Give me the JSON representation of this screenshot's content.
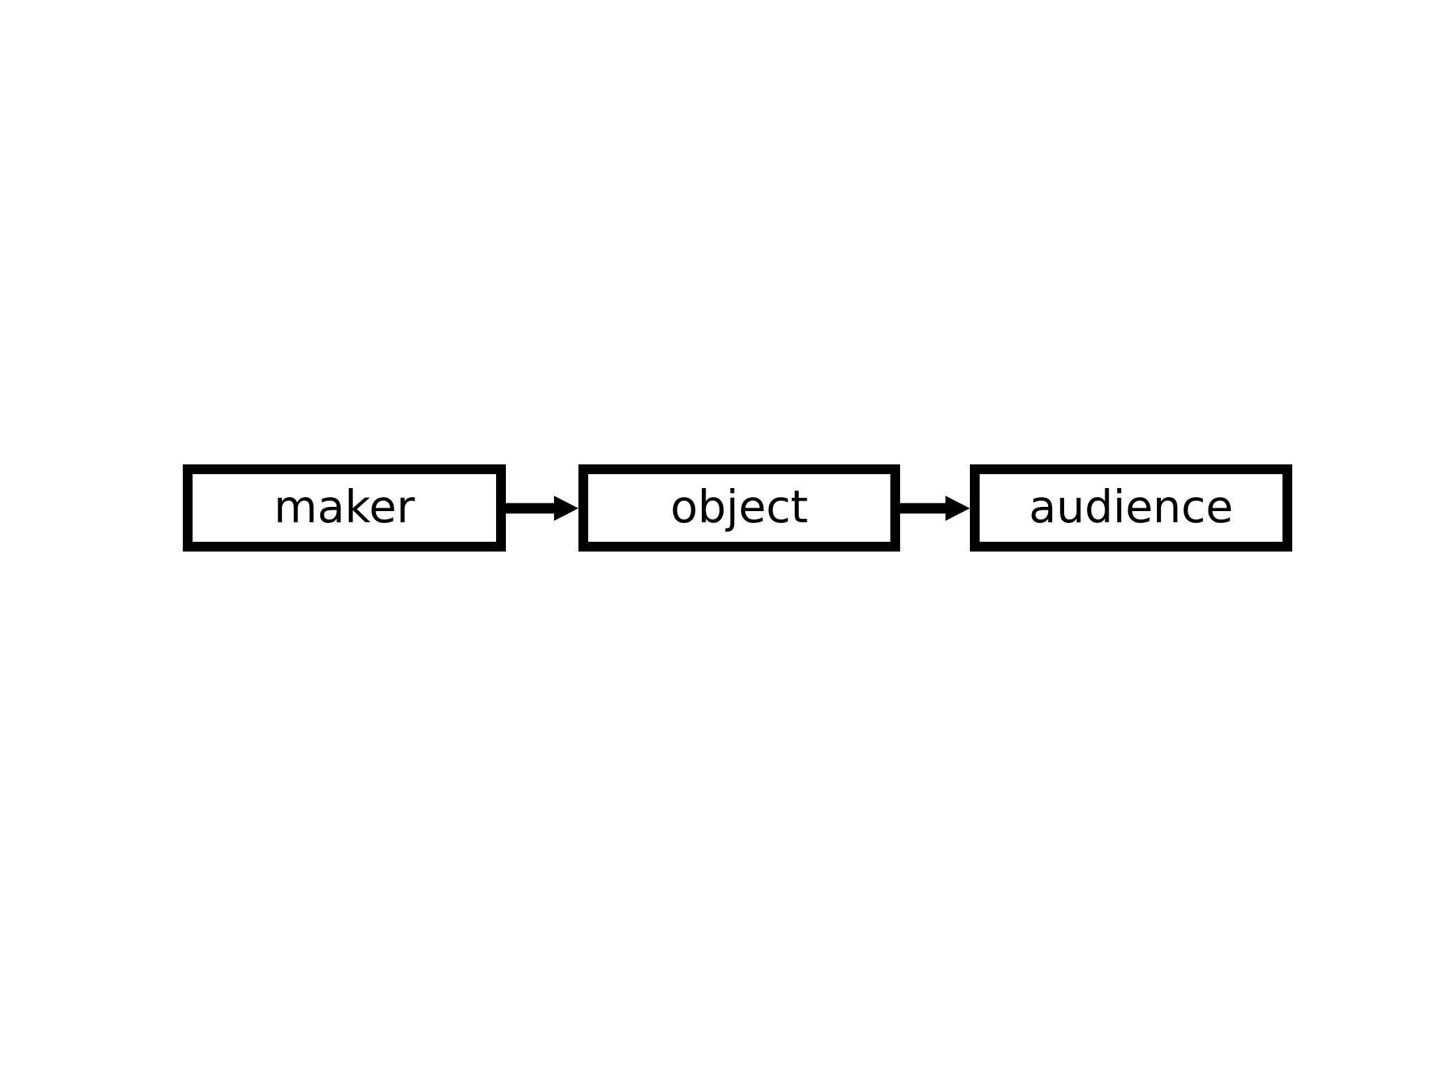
{
  "diagram": {
    "type": "flowchart",
    "orientation": "horizontal",
    "background_color": "#ffffff",
    "stroke_color": "#000000",
    "fill_color": "#ffffff",
    "nodes": [
      {
        "id": "maker",
        "label": "maker"
      },
      {
        "id": "object",
        "label": "object"
      },
      {
        "id": "audience",
        "label": "audience"
      }
    ],
    "edges": [
      {
        "from": "maker",
        "to": "object",
        "arrowhead": "solid-triangle",
        "label": ""
      },
      {
        "from": "object",
        "to": "audience",
        "arrowhead": "solid-triangle",
        "label": ""
      }
    ]
  }
}
